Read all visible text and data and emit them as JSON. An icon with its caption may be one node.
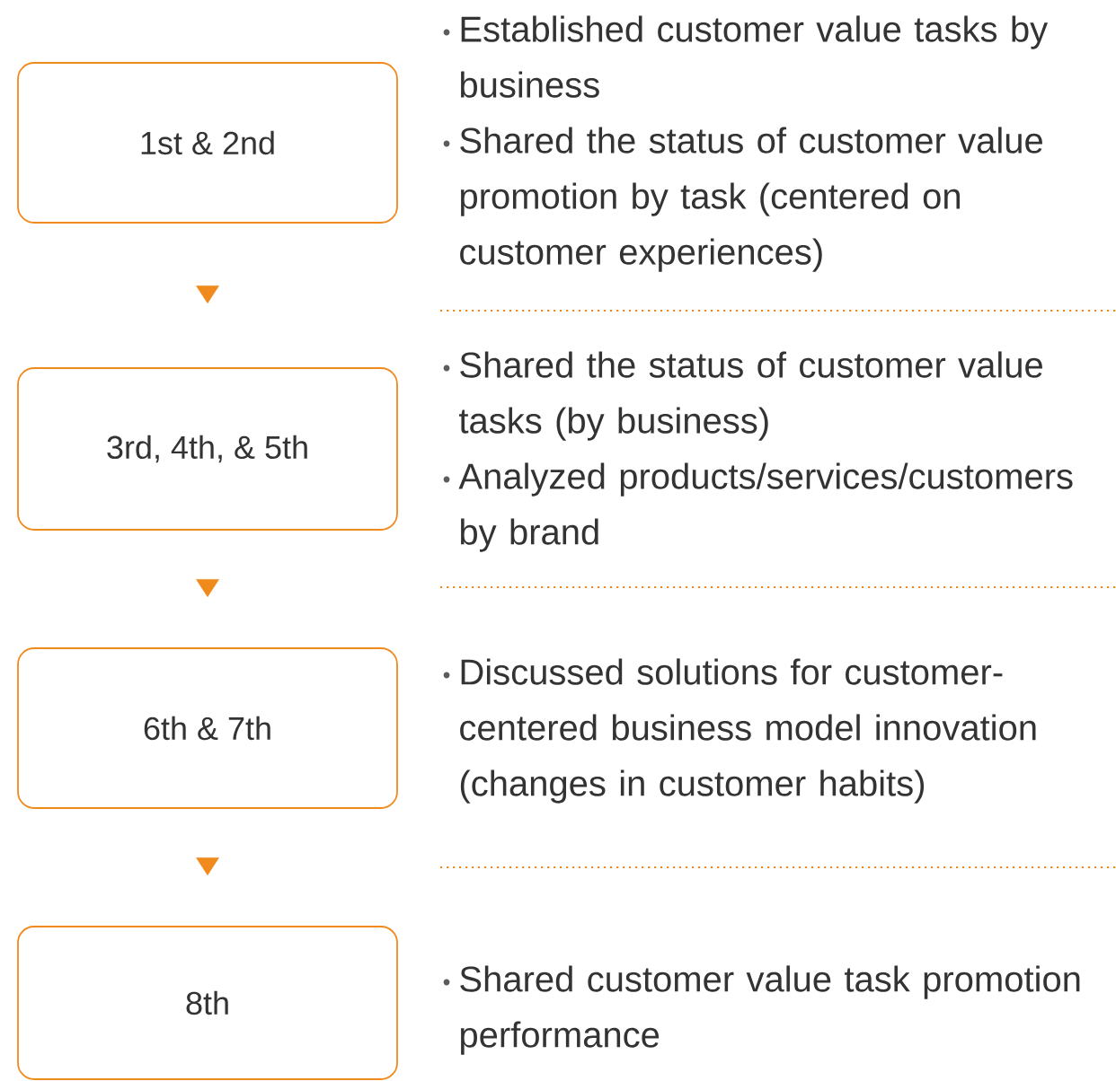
{
  "diagram": {
    "nodes": [
      {
        "text": [
          "1st & 2nd"
        ],
        "beside": [
          "Established customer value tasks by business",
          "Shared the status of customer value promotion by task (centered on customer experiences)"
        ]
      },
      {
        "text": [
          "3rd, 4th, & 5th"
        ],
        "beside": [
          "Shared the status of customer value tasks (by business)",
          "Analyzed products/services/customers by brand"
        ]
      },
      {
        "text": [
          "6th & 7th"
        ],
        "beside": [
          "Discussed solutions for customer-centered business model innovation (changes in customer habits)"
        ]
      },
      {
        "text": [
          "8th"
        ],
        "beside": [
          "Shared customer value task promotion performance"
        ]
      }
    ],
    "edges": [
      {
        "from": 0,
        "to": 1,
        "arrow": "to"
      },
      {
        "from": 1,
        "to": 2,
        "arrow": "to"
      },
      {
        "from": 2,
        "to": 3,
        "arrow": "to"
      }
    ]
  }
}
